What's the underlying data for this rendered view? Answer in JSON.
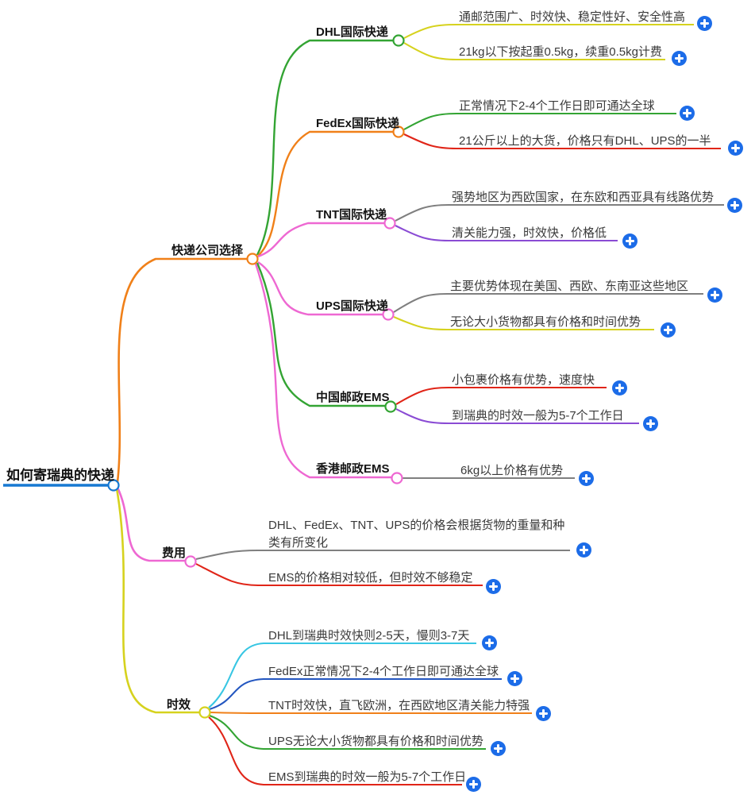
{
  "title": "如何寄瑞典的快递",
  "colors": {
    "root_line": "#1779d2",
    "orange": "#f08019",
    "magenta": "#ee68d2",
    "yellow": "#d6d21e",
    "green": "#33a433",
    "red": "#e02518",
    "gray": "#7f7f7f",
    "purple": "#8a4bd4",
    "cyan": "#38c6e3",
    "blue": "#2356c0",
    "plus_button": "#1c6ce8"
  },
  "tree": {
    "root": {
      "label": "如何寄瑞典的快递"
    },
    "branches": [
      {
        "label": "快递公司选择",
        "children": [
          {
            "label": "DHL国际快递",
            "leaves": [
              "通邮范围广、时效快、稳定性好、安全性高",
              "21kg以下按起重0.5kg，续重0.5kg计费"
            ]
          },
          {
            "label": "FedEx国际快递",
            "leaves": [
              "正常情况下2-4个工作日即可通达全球",
              "21公斤以上的大货，价格只有DHL、UPS的一半"
            ]
          },
          {
            "label": "TNT国际快递",
            "leaves": [
              "强势地区为西欧国家，在东欧和西亚具有线路优势",
              "清关能力强，时效快，价格低"
            ]
          },
          {
            "label": "UPS国际快递",
            "leaves": [
              "主要优势体现在美国、西欧、东南亚这些地区",
              "无论大小货物都具有价格和时间优势"
            ]
          },
          {
            "label": "中国邮政EMS",
            "leaves": [
              "小包裹价格有优势，速度快",
              "到瑞典的时效一般为5-7个工作日"
            ]
          },
          {
            "label": "香港邮政EMS",
            "leaves": [
              "6kg以上价格有优势"
            ]
          }
        ]
      },
      {
        "label": "费用",
        "leaves": [
          "DHL、FedEx、TNT、UPS的价格会根据货物的重量和种类有所变化",
          "EMS的价格相对较低，但时效不够稳定"
        ]
      },
      {
        "label": "时效",
        "leaves": [
          "DHL到瑞典时效快则2-5天，慢则3-7天",
          "FedEx正常情况下2-4个工作日即可通达全球",
          "TNT时效快，直飞欧洲，在西欧地区清关能力特强",
          "UPS无论大小货物都具有价格和时间优势",
          "EMS到瑞典的时效一般为5-7个工作日"
        ]
      }
    ]
  }
}
